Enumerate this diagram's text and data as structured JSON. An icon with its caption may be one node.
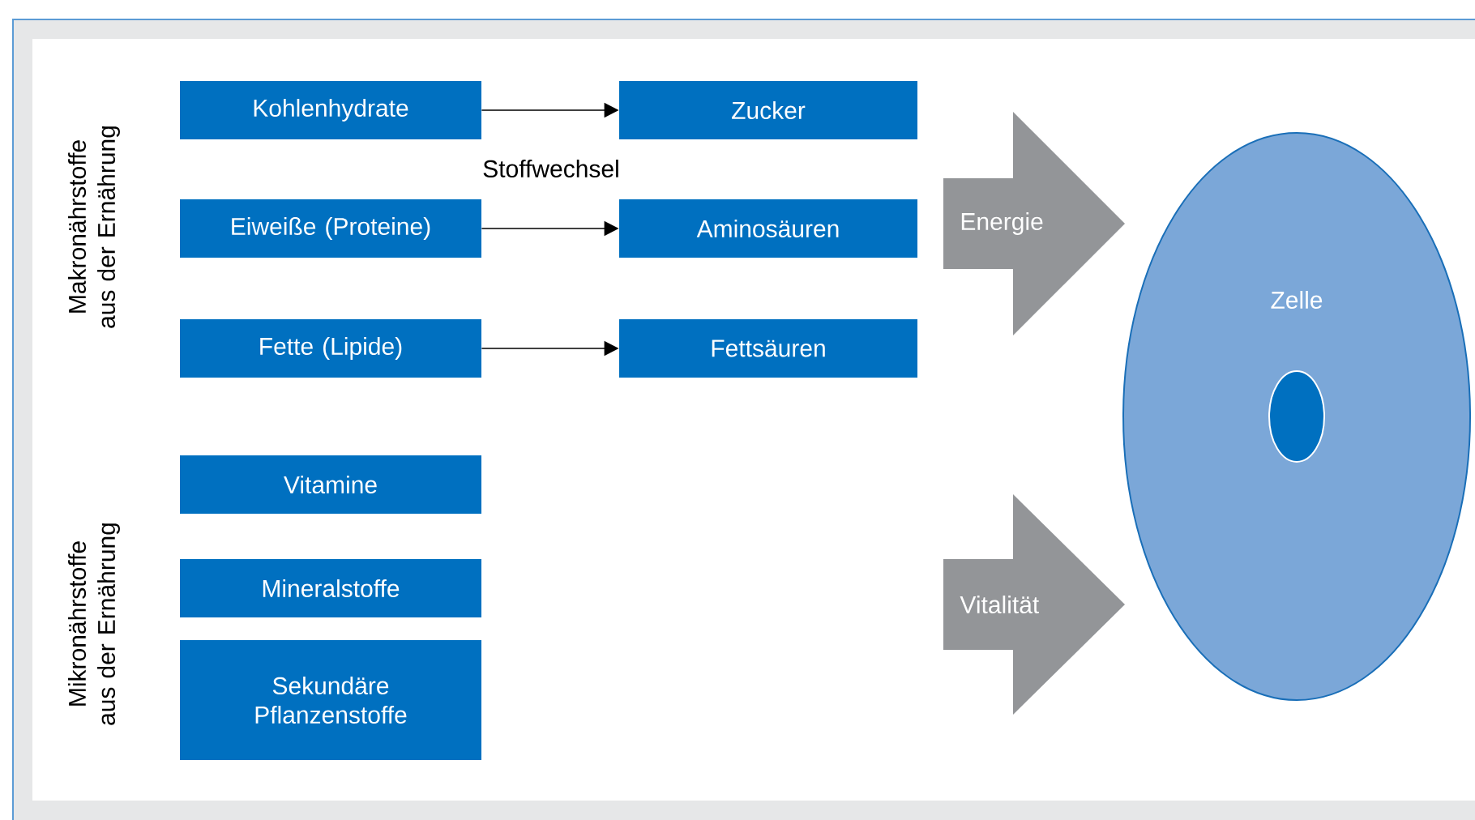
{
  "diagram": {
    "nodes": [
      {
        "text": [
          "Kohlenhydrate"
        ]
      },
      {
        "text": [
          "Zucker"
        ]
      },
      {
        "text": [
          "Eiweiße (Proteine)"
        ]
      },
      {
        "text": [
          "Aminosäuren"
        ]
      },
      {
        "text": [
          "Fette (Lipide)"
        ]
      },
      {
        "text": [
          "Fettsäuren"
        ]
      },
      {
        "text": [
          "Vitamine"
        ]
      },
      {
        "text": [
          "Mineralstoffe"
        ]
      },
      {
        "text": [
          "Sekundäre Pflanzenstoffe"
        ]
      },
      {
        "text": [
          "Energie"
        ]
      },
      {
        "text": [
          "Vitalität"
        ]
      },
      {
        "text": [
          "Zelle"
        ]
      },
      {
        "text": [],
        "shape": "circle",
        "in": 11
      }
    ],
    "edges": [
      {
        "from": 0,
        "to": 1,
        "arrow": "to"
      },
      {
        "from": 2,
        "to": 3,
        "arrow": "to"
      },
      {
        "from": 4,
        "to": 5,
        "arrow": "to"
      }
    ],
    "labels": [
      "Makronährstoffe aus der Ernährung",
      "Stoffwechsel",
      "Mikronährstoffe aus der Ernährung"
    ]
  }
}
